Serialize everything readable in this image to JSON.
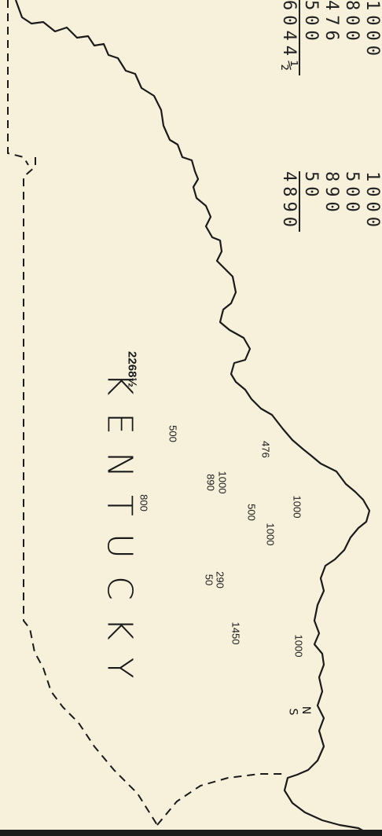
{
  "map": {
    "state_name": "KENTUCKY",
    "county_total": "2268½",
    "county_total_main": "2268",
    "county_total_frac": "1/2",
    "column_a": {
      "items": [
        "1000",
        "800",
        "476",
        "500"
      ],
      "total": "6044½"
    },
    "column_b": {
      "items": [
        "1000",
        "500",
        "890",
        "50"
      ],
      "total": "4890"
    },
    "labels": [
      {
        "id": "l476",
        "text": "476"
      },
      {
        "id": "l500a",
        "text": "500"
      },
      {
        "id": "l1000a",
        "text": "1000"
      },
      {
        "id": "l890",
        "text": "890"
      },
      {
        "id": "l500b",
        "text": "500"
      },
      {
        "id": "l1000b",
        "text": "1000"
      },
      {
        "id": "l1000c",
        "text": "1000"
      },
      {
        "id": "l800",
        "text": "800"
      },
      {
        "id": "l290",
        "text": "290"
      },
      {
        "id": "l50",
        "text": "50"
      },
      {
        "id": "l1450",
        "text": "1450"
      },
      {
        "id": "l1000d",
        "text": "1000"
      }
    ],
    "compass": {
      "north": "N",
      "south": "S"
    },
    "colors": {
      "paper": "#f7f1dc",
      "ink": "#1a1a1a"
    }
  }
}
